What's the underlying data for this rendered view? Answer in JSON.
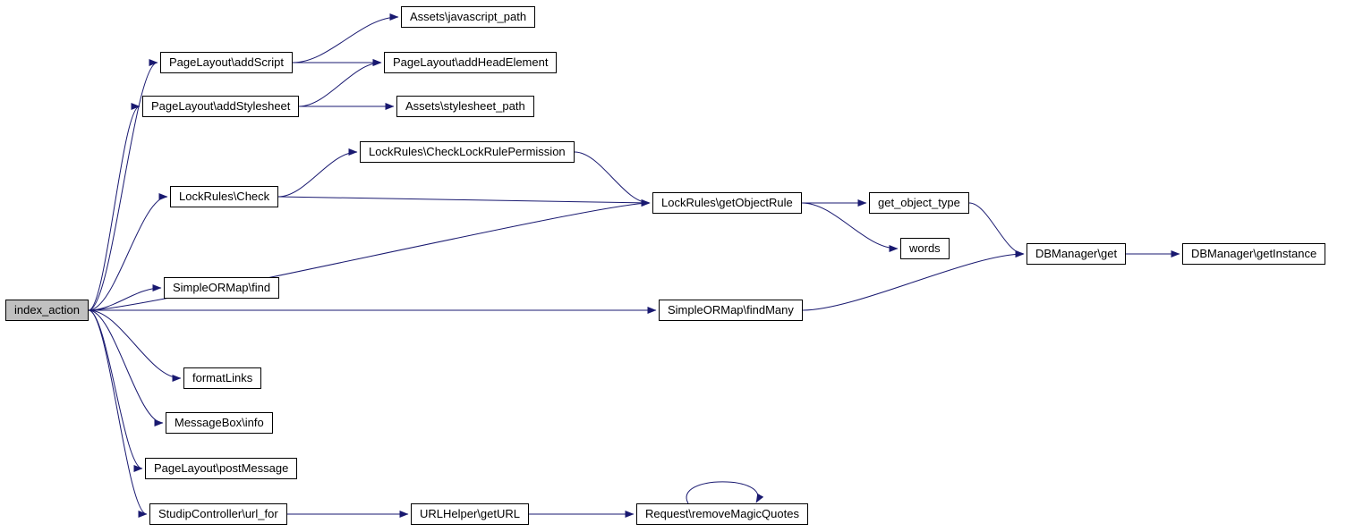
{
  "diagram": {
    "background_color": "#ffffff",
    "edge_color": "#191970",
    "node_border_color": "#000000",
    "node_fill_color": "#ffffff",
    "current_node_fill_color": "#c0c0c0"
  },
  "nodes": [
    {
      "id": "index_action",
      "label": "index_action",
      "current": true
    },
    {
      "id": "addScript",
      "label": "PageLayout\\addScript"
    },
    {
      "id": "javascript_path",
      "label": "Assets\\javascript_path"
    },
    {
      "id": "addHeadElement",
      "label": "PageLayout\\addHeadElement"
    },
    {
      "id": "addStylesheet",
      "label": "PageLayout\\addStylesheet"
    },
    {
      "id": "stylesheet_path",
      "label": "Assets\\stylesheet_path"
    },
    {
      "id": "CheckLockRulePermission",
      "label": "LockRules\\CheckLockRulePermission"
    },
    {
      "id": "Check",
      "label": "LockRules\\Check"
    },
    {
      "id": "getObjectRule",
      "label": "LockRules\\getObjectRule"
    },
    {
      "id": "get_object_type",
      "label": "get_object_type"
    },
    {
      "id": "words",
      "label": "words"
    },
    {
      "id": "DBManager_get",
      "label": "DBManager\\get"
    },
    {
      "id": "DBManager_getInstance",
      "label": "DBManager\\getInstance"
    },
    {
      "id": "find",
      "label": "SimpleORMap\\find"
    },
    {
      "id": "findMany",
      "label": "SimpleORMap\\findMany"
    },
    {
      "id": "formatLinks",
      "label": "formatLinks"
    },
    {
      "id": "info",
      "label": "MessageBox\\info"
    },
    {
      "id": "postMessage",
      "label": "PageLayout\\postMessage"
    },
    {
      "id": "url_for",
      "label": "StudipController\\url_for"
    },
    {
      "id": "getURL",
      "label": "URLHelper\\getURL"
    },
    {
      "id": "removeMagicQuotes",
      "label": "Request\\removeMagicQuotes"
    }
  ],
  "edges": [
    {
      "from": "index_action",
      "to": "addScript"
    },
    {
      "from": "index_action",
      "to": "addStylesheet"
    },
    {
      "from": "index_action",
      "to": "Check"
    },
    {
      "from": "index_action",
      "to": "getObjectRule"
    },
    {
      "from": "index_action",
      "to": "find"
    },
    {
      "from": "index_action",
      "to": "findMany"
    },
    {
      "from": "index_action",
      "to": "formatLinks"
    },
    {
      "from": "index_action",
      "to": "info"
    },
    {
      "from": "index_action",
      "to": "postMessage"
    },
    {
      "from": "index_action",
      "to": "url_for"
    },
    {
      "from": "addScript",
      "to": "javascript_path"
    },
    {
      "from": "addScript",
      "to": "addHeadElement"
    },
    {
      "from": "addStylesheet",
      "to": "addHeadElement"
    },
    {
      "from": "addStylesheet",
      "to": "stylesheet_path"
    },
    {
      "from": "Check",
      "to": "CheckLockRulePermission"
    },
    {
      "from": "Check",
      "to": "getObjectRule"
    },
    {
      "from": "CheckLockRulePermission",
      "to": "getObjectRule"
    },
    {
      "from": "getObjectRule",
      "to": "get_object_type"
    },
    {
      "from": "getObjectRule",
      "to": "words"
    },
    {
      "from": "get_object_type",
      "to": "DBManager_get"
    },
    {
      "from": "DBManager_get",
      "to": "DBManager_getInstance"
    },
    {
      "from": "findMany",
      "to": "DBManager_get"
    },
    {
      "from": "url_for",
      "to": "getURL"
    },
    {
      "from": "getURL",
      "to": "removeMagicQuotes"
    },
    {
      "from": "removeMagicQuotes",
      "to": "removeMagicQuotes",
      "self": true
    }
  ]
}
